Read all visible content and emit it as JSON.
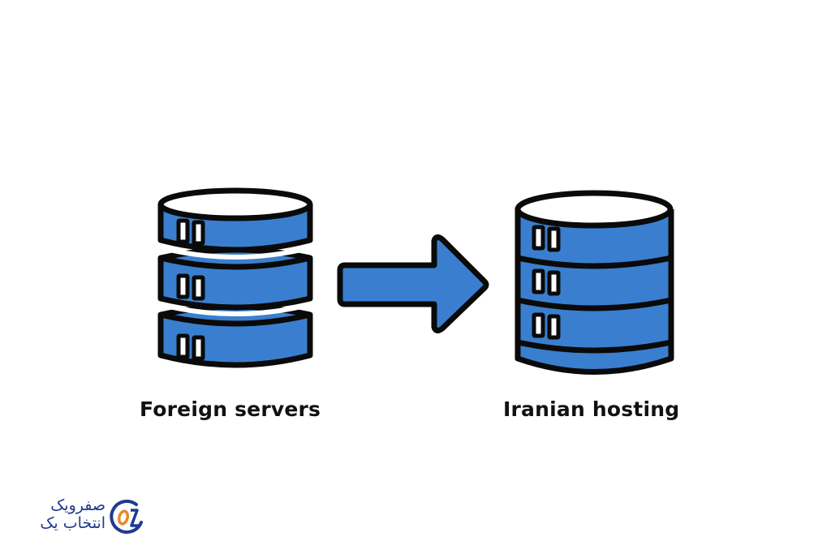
{
  "diagram": {
    "source": {
      "label": "Foreign servers",
      "icon": "database-stack-icon",
      "segments": 3
    },
    "arrow": {
      "icon": "arrow-right-icon",
      "direction": "right"
    },
    "target": {
      "label": "Iranian hosting",
      "icon": "database-cylinder-icon",
      "segments": 4
    },
    "colors": {
      "fill": "#3a7fcf",
      "stroke": "#0a0a0a",
      "background": "#ffffff"
    }
  },
  "logo": {
    "line1": "صفرویک",
    "line2": "انتخاب یک",
    "mark": "01",
    "colors": {
      "primary": "#1f3a8f",
      "accent": "#e8892a"
    }
  }
}
